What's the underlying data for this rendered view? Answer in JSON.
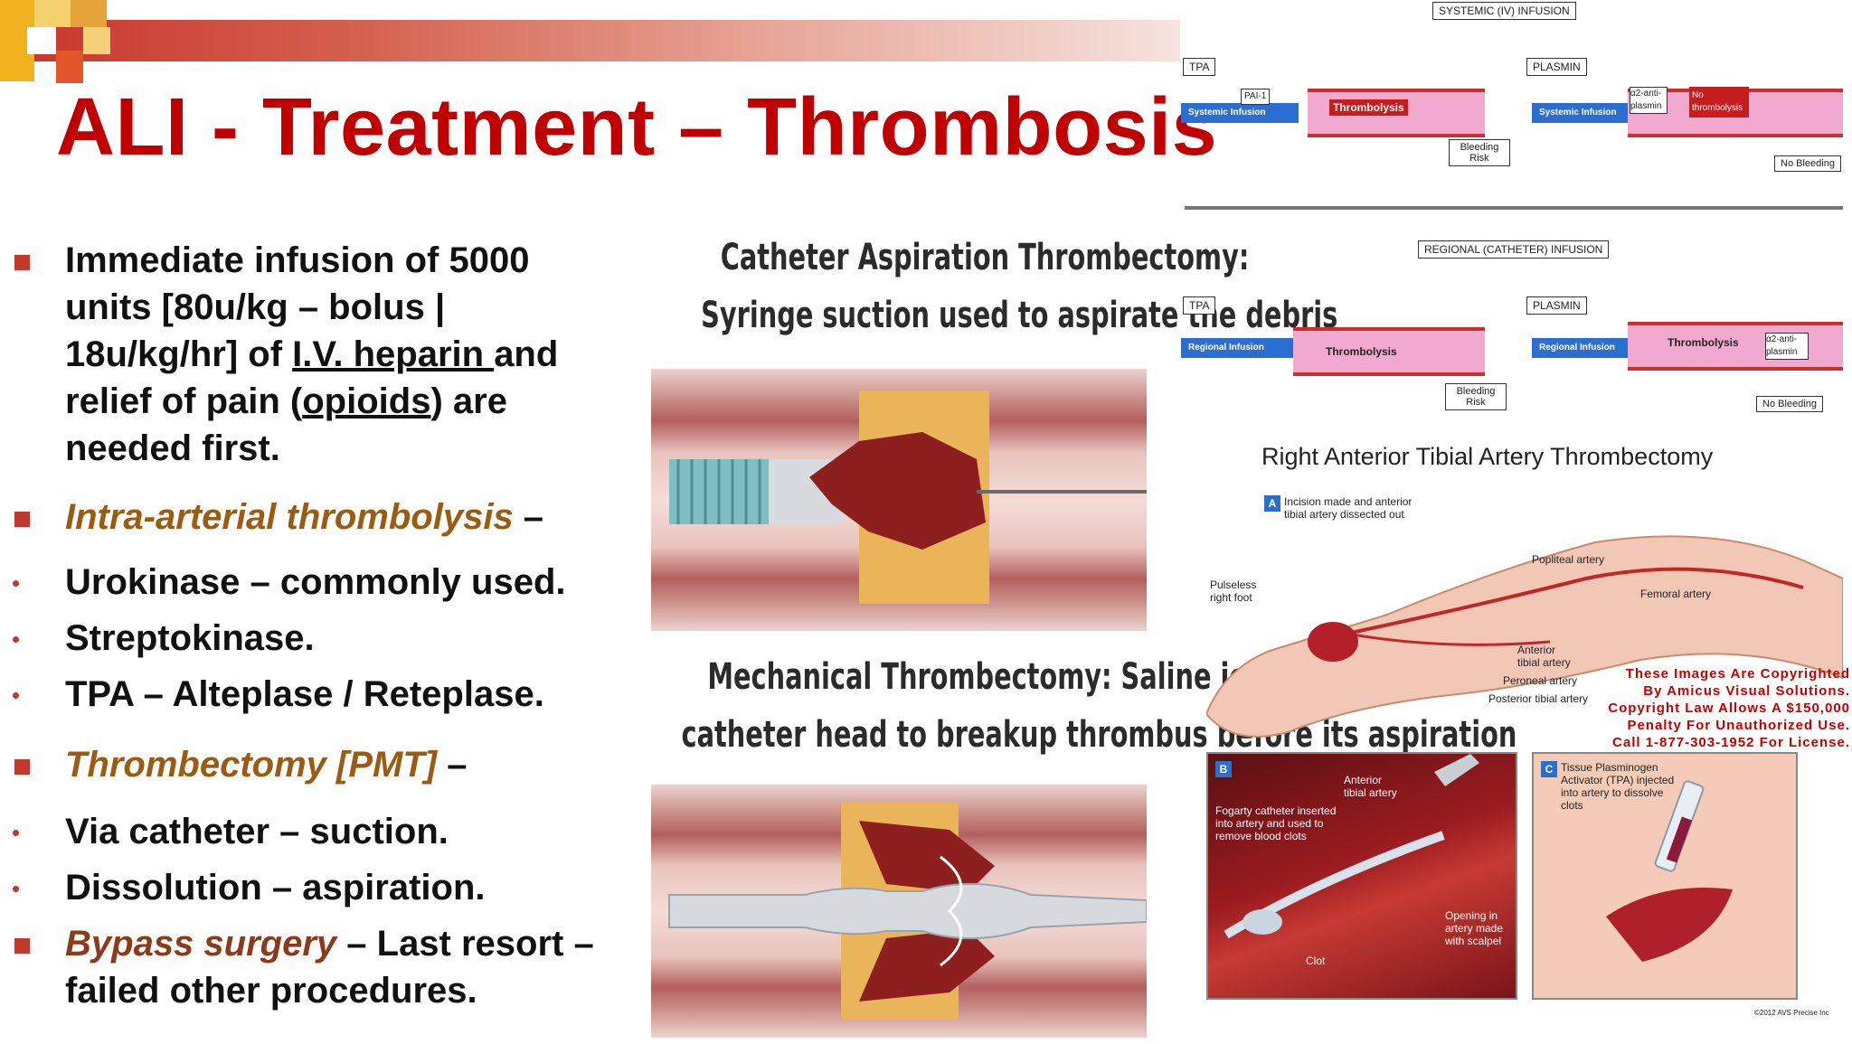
{
  "slide": {
    "title": "ALI - Treatment – Thrombosis"
  },
  "bullets": {
    "b1": {
      "line1": "Immediate infusion of 5000",
      "line2": "units [80u/kg – bolus |",
      "line3a": "18u/kg/hr] of ",
      "line3b": "I.V. heparin ",
      "line3c": "and",
      "line4a": "relief of pain (",
      "line4b": "opioids",
      "line4c": ") are",
      "line5": "needed first."
    },
    "b2": {
      "em": "Intra-arterial thrombolysis",
      "rest": " –"
    },
    "s1": "Urokinase – commonly used.",
    "s2": "Streptokinase.",
    "s3": "TPA – Alteplase / Reteplase.",
    "b3": {
      "em": "Thrombectomy [PMT]",
      "rest": " –"
    },
    "s4": "Via catheter – suction.",
    "s5": "Dissolution – aspiration.",
    "b4": {
      "em": "Bypass surgery",
      "line1rest": " – Last resort –",
      "line2": "failed other procedures."
    }
  },
  "middle": {
    "cap1_line1": "Catheter Aspiration Thrombectomy:",
    "cap1_line2": "Syringe suction used to aspirate the debris",
    "cap2_line1": "Mechanical Thrombectomy: Saline jets or rotating",
    "cap2_line2": "catheter head to breakup thrombus before its aspiration"
  },
  "diagram": {
    "systemic_title": "SYSTEMIC (IV) INFUSION",
    "regional_title": "REGIONAL (CATHETER) INFUSION",
    "tpa": "TPA",
    "plasmin": "PLASMIN",
    "systemic_infusion": "Systemic Infusion",
    "regional_infusion": "Regional Infusion",
    "pai1": "PAI-1",
    "thrombolysis": "Thrombolysis",
    "a2_antiplasmin": "α2-anti-plasmin",
    "no_thrombolysis": "No thrombolysis",
    "bleeding_risk": "Bleeding Risk",
    "no_bleeding": "No Bleeding"
  },
  "leg": {
    "title": "Right Anterior Tibial Artery Thrombectomy",
    "a_label": "A",
    "a_text": "Incision made and anterior tibial artery dissected out",
    "pulseless": "Pulseless right foot",
    "popliteal": "Popliteal artery",
    "femoral": "Femoral artery",
    "anterior_tibial": "Anterior tibial artery",
    "peroneal": "Peroneal artery",
    "posterior_tibial": "Posterior tibial artery",
    "copyright": [
      "These Images Are Copyrighted",
      "By Amicus Visual Solutions.",
      "Copyright Law Allows A $150,000",
      "Penalty For Unauthorized Use.",
      "Call 1-877-303-1952 For License."
    ],
    "b_label": "B",
    "b_fogarty": "Fogarty catheter inserted into artery and used to remove blood clots",
    "b_anterior": "Anterior tibial artery",
    "b_opening": "Opening in artery made with scalpel",
    "b_clot": "Clot",
    "c_label": "C",
    "c_text": "Tissue Plasminogen Activator (TPA) injected into artery to dissolve clots",
    "credit": "©2012 AVS  Precise Inc"
  },
  "colors": {
    "title": "#c00000",
    "accent": "#c0392b",
    "italic": "#9c5b12"
  }
}
